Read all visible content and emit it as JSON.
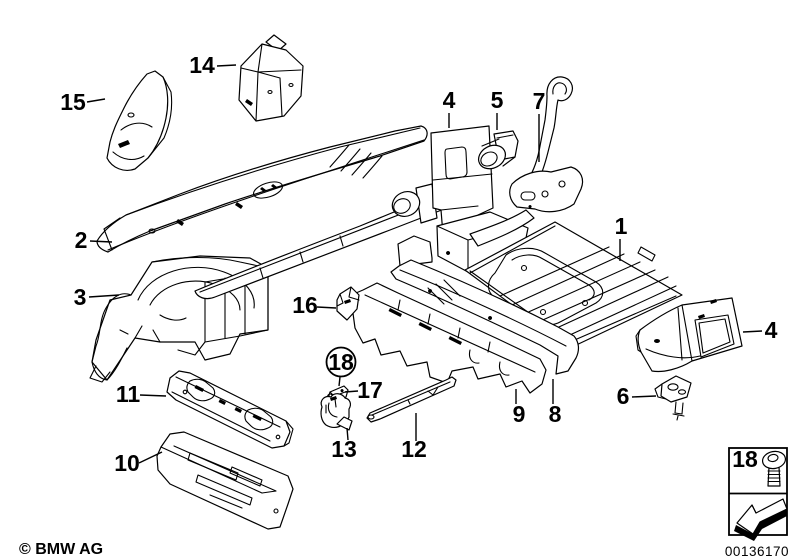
{
  "diagram": {
    "copyright": "© BMW AG",
    "image_number": "00136170",
    "background_color": "#ffffff",
    "line_color": "#000000",
    "callouts": [
      {
        "label": "1"
      },
      {
        "label": "2"
      },
      {
        "label": "3"
      },
      {
        "label": "4"
      },
      {
        "label": "5"
      },
      {
        "label": "6"
      },
      {
        "label": "7"
      },
      {
        "label": "8"
      },
      {
        "label": "9"
      },
      {
        "label": "10"
      },
      {
        "label": "11"
      },
      {
        "label": "12"
      },
      {
        "label": "13"
      },
      {
        "label": "14"
      },
      {
        "label": "15"
      },
      {
        "label": "16"
      },
      {
        "label": "17"
      },
      {
        "label": "18",
        "circled": true
      }
    ],
    "legend": {
      "label": "18",
      "fastener_icon": "socket-head-screw-icon",
      "direction_icon": "front-direction-arrow-icon"
    }
  }
}
